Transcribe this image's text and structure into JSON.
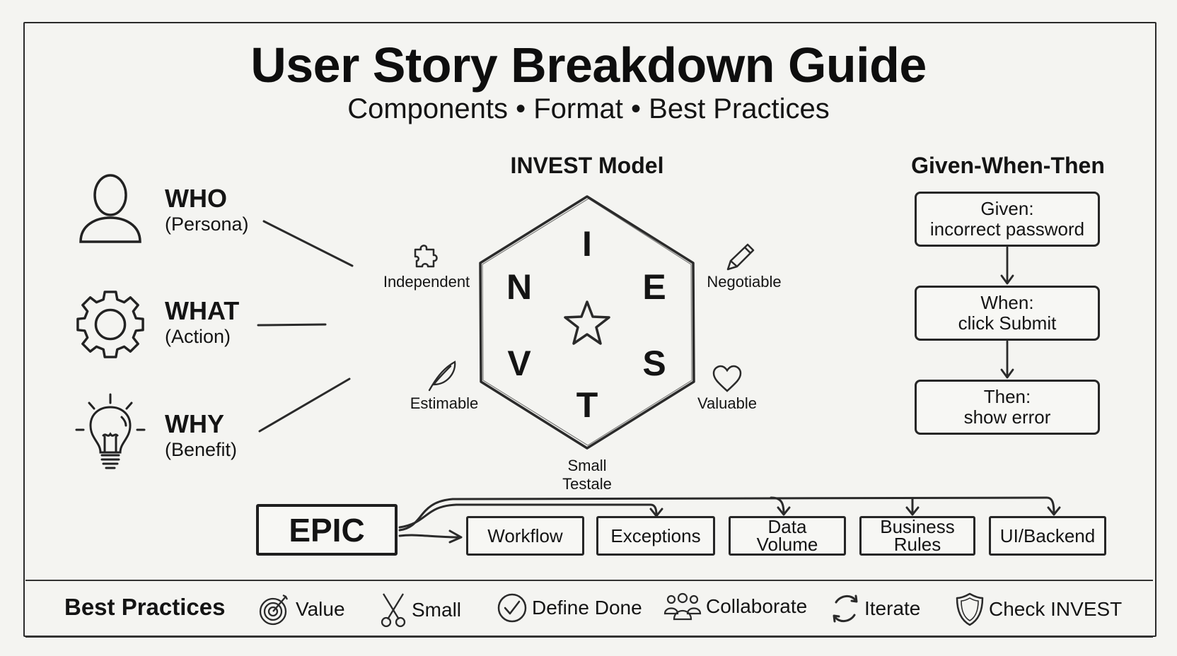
{
  "header": {
    "title": "User Story Breakdown Guide",
    "subtitle": "Components • Format • Best Practices"
  },
  "components": [
    {
      "label": "WHO",
      "sublabel": "(Persona)",
      "icon": "person-icon"
    },
    {
      "label": "WHAT",
      "sublabel": "(Action)",
      "icon": "gear-icon"
    },
    {
      "label": "WHY",
      "sublabel": "(Benefit)",
      "icon": "lightbulb-icon"
    }
  ],
  "invest": {
    "title": "INVEST Model",
    "letters": [
      "I",
      "N",
      "E",
      "V",
      "S",
      "T"
    ],
    "center_icon": "star-icon",
    "labels": [
      {
        "text": "Independent",
        "icon": "puzzle-icon"
      },
      {
        "text": "Negotiable",
        "icon": "pencil-icon"
      },
      {
        "text": "Estimable",
        "icon": "feather-icon"
      },
      {
        "text": "Valuable",
        "icon": "heart-icon"
      },
      {
        "text": "Small",
        "icon": ""
      },
      {
        "text": "Testale",
        "icon": ""
      }
    ]
  },
  "gwt": {
    "title": "Given-When-Then",
    "steps": [
      {
        "label": "Given:",
        "value": "incorrect password"
      },
      {
        "label": "When:",
        "value": "click Submit"
      },
      {
        "label": "Then:",
        "value": "show error"
      }
    ]
  },
  "epic": {
    "label": "EPIC",
    "stories": [
      {
        "line1": "Workflow",
        "line2": ""
      },
      {
        "line1": "Exceptions",
        "line2": ""
      },
      {
        "line1": "Data",
        "line2": "Volume"
      },
      {
        "line1": "Business",
        "line2": "Rules"
      },
      {
        "line1": "UI/Backend",
        "line2": ""
      }
    ]
  },
  "best_practices": {
    "title": "Best Practices",
    "items": [
      {
        "label": "Value",
        "icon": "target-icon"
      },
      {
        "label": "Small",
        "icon": "scissors-icon"
      },
      {
        "label": "Define Done",
        "icon": "check-circle-icon"
      },
      {
        "label": "Collaborate",
        "icon": "group-icon"
      },
      {
        "label": "Iterate",
        "icon": "refresh-icon"
      },
      {
        "label": "Check INVEST",
        "icon": "shield-icon"
      }
    ]
  }
}
